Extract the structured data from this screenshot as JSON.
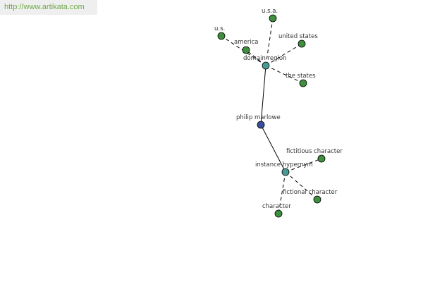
{
  "header": {
    "url": "http://www.artikata.com",
    "url_color": "#6fa84b"
  },
  "graph": {
    "colors": {
      "center": "#3a4f9c",
      "relation": "#4a9a94",
      "term": "#3f8f3f"
    },
    "nodes": {
      "center": {
        "label": "philip marlowe"
      },
      "domain_region": {
        "label": "domain region"
      },
      "instance_hypernym": {
        "label": "instance hypernym"
      },
      "usa_dots": {
        "label": "u.s.a."
      },
      "us": {
        "label": "u.s."
      },
      "america": {
        "label": "america"
      },
      "united_states": {
        "label": "united states"
      },
      "the_states": {
        "label": "the states"
      },
      "fictitious_character": {
        "label": "fictitious character"
      },
      "fictional_character": {
        "label": "fictional character"
      },
      "character": {
        "label": "character"
      }
    }
  }
}
